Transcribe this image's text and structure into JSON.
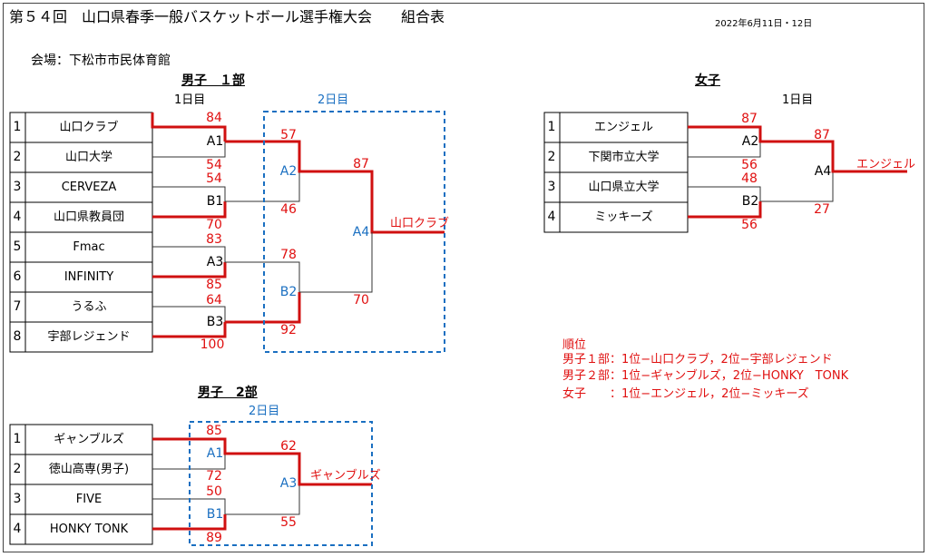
{
  "header": {
    "title": "第５４回　山口県春季一般バスケットボール選手権大会　　組合表",
    "date": "2022年6月11日・12日",
    "venue": "会場：下松市市民体育館"
  },
  "men1": {
    "title": "男子　１部",
    "day1": "1日目",
    "day2": "2日目",
    "teams": [
      {
        "num": "1",
        "name": "山口クラブ"
      },
      {
        "num": "2",
        "name": "山口大学"
      },
      {
        "num": "3",
        "name": "CERVEZA"
      },
      {
        "num": "4",
        "name": "山口県教員団"
      },
      {
        "num": "5",
        "name": "Fmac"
      },
      {
        "num": "6",
        "name": "INFINITY"
      },
      {
        "num": "7",
        "name": "うるふ"
      },
      {
        "num": "8",
        "name": "宇部レジェンド"
      }
    ],
    "games": {
      "A1": "A1",
      "B1": "B1",
      "A3": "A3",
      "B3": "B3",
      "A2": "A2",
      "B2": "B2",
      "A4": "A4"
    },
    "scores": {
      "a1_top": "84",
      "a1_bot": "54",
      "b1_top": "54",
      "b1_bot": "70",
      "a3_top": "83",
      "a3_bot": "85",
      "b3_top": "64",
      "b3_bot": "100",
      "a2_top": "57",
      "a2_bot": "46",
      "b2_top": "78",
      "b2_bot": "92",
      "a4_top": "87",
      "a4_bot": "70"
    },
    "winner": "山口クラブ"
  },
  "men2": {
    "title": "男子　2部",
    "day2": "2日目",
    "teams": [
      {
        "num": "1",
        "name": "ギャンブルズ"
      },
      {
        "num": "2",
        "name": "徳山高専(男子)"
      },
      {
        "num": "3",
        "name": "FIVE"
      },
      {
        "num": "4",
        "name": "HONKY TONK"
      }
    ],
    "games": {
      "A1": "A1",
      "B1": "B1",
      "A3": "A3"
    },
    "scores": {
      "a1_top": "85",
      "a1_bot": "72",
      "b1_top": "50",
      "b1_bot": "89",
      "a3_top": "62",
      "a3_bot": "55"
    },
    "winner": "ギャンブルズ"
  },
  "women": {
    "title": "女子",
    "day1": "1日目",
    "teams": [
      {
        "num": "1",
        "name": "エンジェル"
      },
      {
        "num": "2",
        "name": "下関市立大学"
      },
      {
        "num": "3",
        "name": "山口県立大学"
      },
      {
        "num": "4",
        "name": "ミッキーズ"
      }
    ],
    "games": {
      "A2": "A2",
      "B2": "B2",
      "A4": "A4"
    },
    "scores": {
      "a2_top": "87",
      "a2_bot": "56",
      "b2_top": "48",
      "b2_bot": "56",
      "a4_top": "87",
      "a4_bot": "27"
    },
    "winner": "エンジェル"
  },
  "ranking": {
    "title": "順位",
    "lines": [
      "男子１部：1位−山口クラブ，2位−宇部レジェンド",
      "男子２部：1位−ギャンブルズ，2位−HONKY　TONK",
      "女子　　：1位−エンジェル，2位−ミッキーズ"
    ]
  },
  "colors": {
    "win_line": "#d01010",
    "line": "#333333",
    "dashed_box": "#1a6fc1",
    "score": "#e01010"
  }
}
